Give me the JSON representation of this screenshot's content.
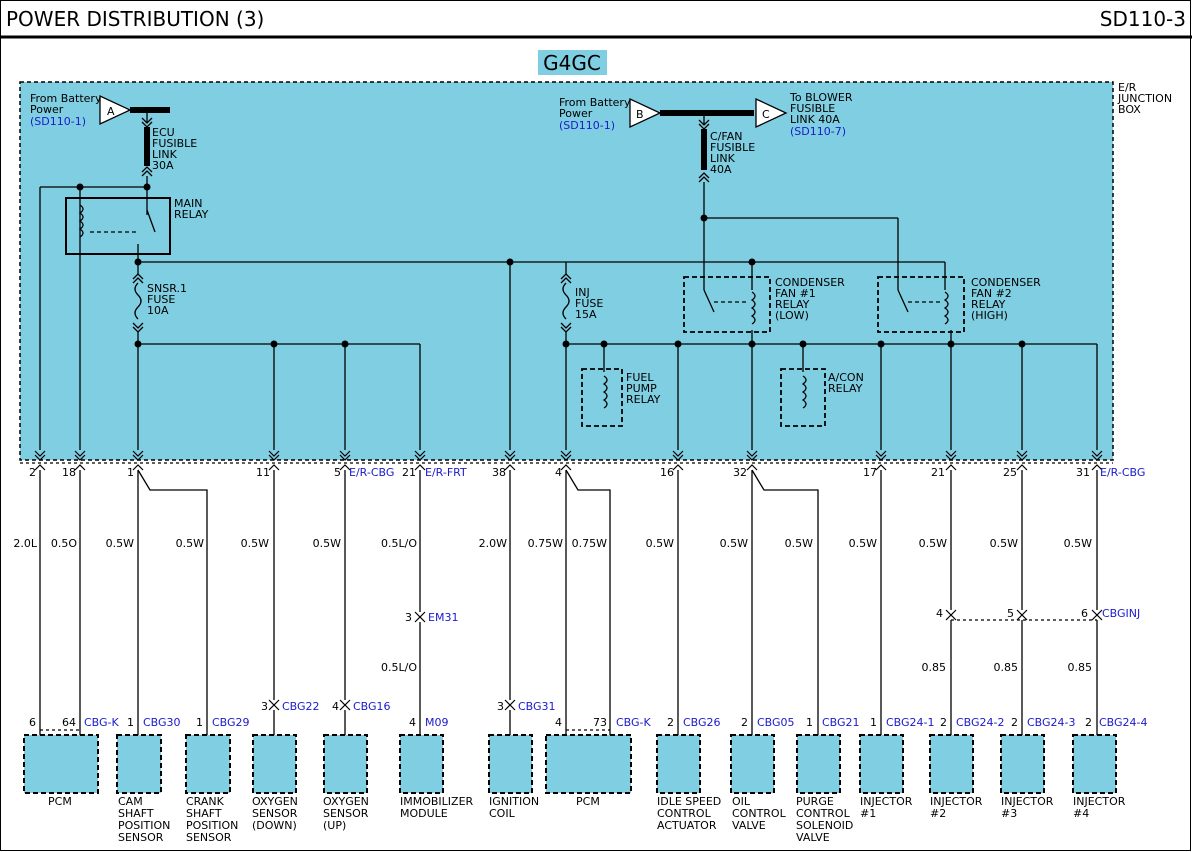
{
  "header": {
    "title": "POWER DISTRIBUTION (3)",
    "code": "SD110-3"
  },
  "engine_badge": "G4GC",
  "junction_box": {
    "label": [
      "E/R",
      "JUNCTION",
      "BOX"
    ]
  },
  "sources": {
    "a": {
      "letter": "A",
      "from": [
        "From Battery",
        "Power"
      ],
      "ref": "(SD110-1)"
    },
    "b": {
      "letter": "B",
      "from": [
        "From Battery",
        "Power"
      ],
      "ref": "(SD110-1)"
    },
    "c": {
      "letter": "C",
      "to": [
        "To BLOWER",
        "FUSIBLE",
        "LINK 40A"
      ],
      "ref": "(SD110-7)"
    }
  },
  "fuses": {
    "ecu": [
      "ECU",
      "FUSIBLE",
      "LINK",
      "30A"
    ],
    "cfan": [
      "C/FAN",
      "FUSIBLE",
      "LINK",
      "40A"
    ],
    "snsr": [
      "SNSR.1",
      "FUSE",
      "10A"
    ],
    "inj": [
      "INJ",
      "FUSE",
      "15A"
    ]
  },
  "relays": {
    "main": [
      "MAIN",
      "RELAY"
    ],
    "cond1": [
      "CONDENSER",
      "FAN #1",
      "RELAY",
      "(LOW)"
    ],
    "cond2": [
      "CONDENSER",
      "FAN #2",
      "RELAY",
      "(HIGH)"
    ],
    "fuel": [
      "FUEL",
      "PUMP",
      "RELAY"
    ],
    "acon": [
      "A/CON",
      "RELAY"
    ]
  },
  "pins": [
    "2",
    "18",
    "1",
    "11",
    "5",
    "21",
    "38",
    "4",
    "16",
    "32",
    "17",
    "21",
    "25",
    "31"
  ],
  "connectors": {
    "er_cbg_1": "E/R-CBG",
    "er_frt": "E/R-FRT",
    "er_cbg_2": "E/R-CBG"
  },
  "wires": {
    "w2": "2.0L",
    "w18": "0.5O",
    "w1a": "0.5W",
    "w1b": "0.5W",
    "w11": "0.5W",
    "w5": "0.5W",
    "w21": "0.5L/O",
    "w38": "2.0W",
    "w4a": "0.75W",
    "w4b": "0.75W",
    "w16": "0.5W",
    "w32a": "0.5W",
    "w32b": "0.5W",
    "w17": "0.5W",
    "w21b": "0.5W",
    "w25": "0.5W",
    "w31": "0.5W",
    "w21_low": "0.5L/O",
    "inj2_low": "0.85",
    "inj3_low": "0.85",
    "inj4_low": "0.85"
  },
  "mid_connectors": {
    "em31": {
      "pin": "3",
      "id": "EM31"
    },
    "cbginj_pins": [
      "4",
      "5",
      "6"
    ],
    "cbginj": "CBGINJ"
  },
  "components": [
    {
      "pins": [
        "6",
        "64"
      ],
      "connector": "CBG-K",
      "name": [
        "PCM"
      ]
    },
    {
      "pins": [
        "1"
      ],
      "connector": "CBG30",
      "name": [
        "CAM",
        "SHAFT",
        "POSITION",
        "SENSOR"
      ]
    },
    {
      "pins": [
        "1"
      ],
      "connector": "CBG29",
      "name": [
        "CRANK",
        "SHAFT",
        "POSITION",
        "SENSOR"
      ]
    },
    {
      "pins": [
        "3"
      ],
      "connector": "CBG22",
      "name": [
        "OXYGEN",
        "SENSOR",
        "(DOWN)"
      ]
    },
    {
      "pins": [
        "4"
      ],
      "connector": "CBG16",
      "name": [
        "OXYGEN",
        "SENSOR",
        "(UP)"
      ]
    },
    {
      "pins": [
        "4"
      ],
      "connector": "M09",
      "name": [
        "IMMOBILIZER",
        "MODULE"
      ]
    },
    {
      "pins": [
        "3"
      ],
      "connector": "CBG31",
      "name": [
        "IGNITION",
        "COIL"
      ]
    },
    {
      "pins": [
        "4",
        "73"
      ],
      "connector": "CBG-K",
      "name": [
        "PCM"
      ]
    },
    {
      "pins": [
        "2"
      ],
      "connector": "CBG26",
      "name": [
        "IDLE SPEED",
        "CONTROL",
        "ACTUATOR"
      ]
    },
    {
      "pins": [
        "2"
      ],
      "connector": "CBG05",
      "name": [
        "OIL",
        "CONTROL",
        "VALVE"
      ]
    },
    {
      "pins": [
        "1"
      ],
      "connector": "CBG21",
      "name": [
        "PURGE",
        "CONTROL",
        "SOLENOID",
        "VALVE"
      ]
    },
    {
      "pins": [
        "1"
      ],
      "connector": "CBG24-1",
      "name": [
        "INJECTOR",
        "#1"
      ]
    },
    {
      "pins": [
        "2"
      ],
      "connector": "CBG24-2",
      "name": [
        "INJECTOR",
        "#2"
      ]
    },
    {
      "pins": [
        "2"
      ],
      "connector": "CBG24-3",
      "name": [
        "INJECTOR",
        "#3"
      ]
    },
    {
      "pins": [
        "2"
      ],
      "connector": "CBG24-4",
      "name": [
        "INJECTOR",
        "#4"
      ]
    }
  ],
  "colors": {
    "junction_fill": "#80cee2",
    "reference_text": "#1a1acc",
    "wire": "#000000"
  }
}
